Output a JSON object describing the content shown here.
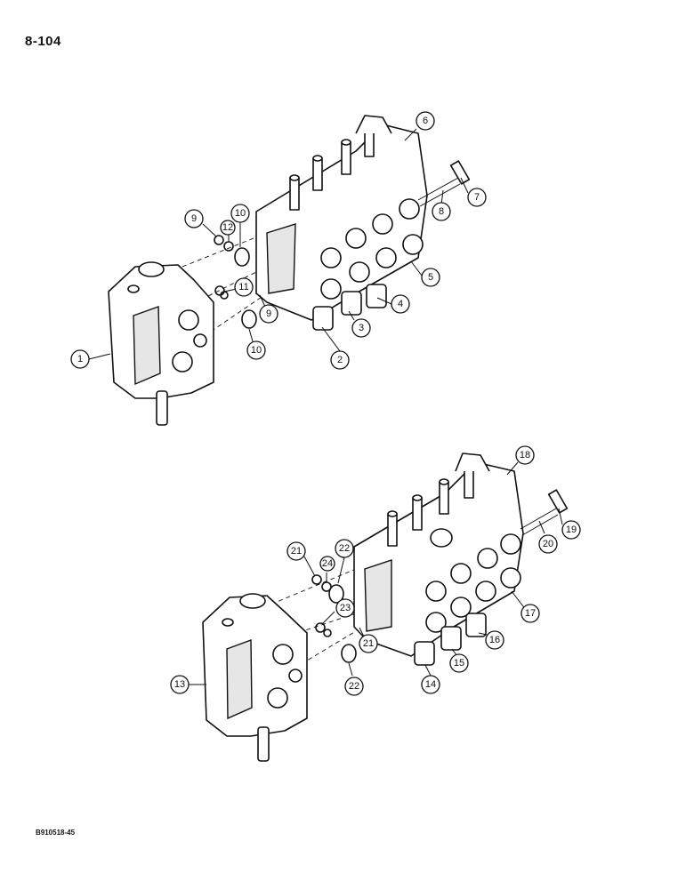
{
  "page": {
    "page_number": "8-104",
    "doc_code": "B910518-45"
  },
  "callouts": [
    "1",
    "2",
    "3",
    "4",
    "5",
    "6",
    "7",
    "8",
    "9",
    "10",
    "11",
    "12",
    "13",
    "14",
    "15",
    "16",
    "17",
    "18",
    "19",
    "20",
    "21",
    "22",
    "23",
    "24"
  ]
}
